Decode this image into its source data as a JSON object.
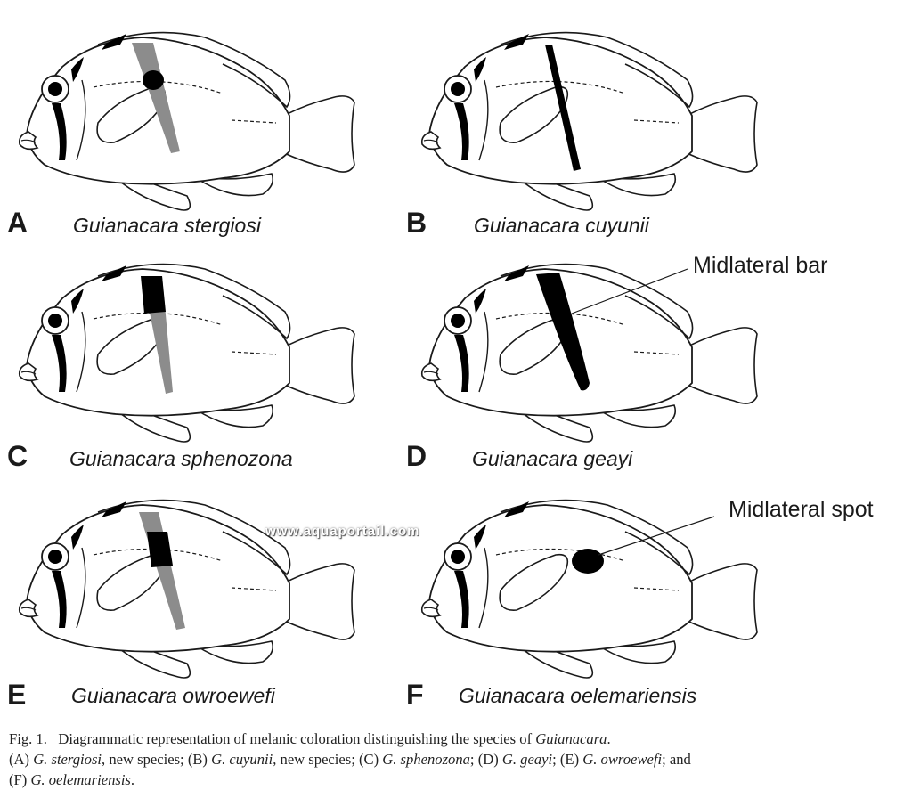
{
  "panels": [
    {
      "letter": "A",
      "species": "Guianacara stergiosi"
    },
    {
      "letter": "B",
      "species": "Guianacara cuyunii"
    },
    {
      "letter": "C",
      "species": "Guianacara sphenozona"
    },
    {
      "letter": "D",
      "species": "Guianacara geayi"
    },
    {
      "letter": "E",
      "species": "Guianacara owroewefi"
    },
    {
      "letter": "F",
      "species": "Guianacara oelemariensis"
    }
  ],
  "callouts": {
    "bar": "Midlateral bar",
    "spot": "Midlateral spot"
  },
  "watermark": "www.aquaportail.com",
  "caption": {
    "fig": "Fig. 1.",
    "text1": "Diagrammatic representation of melanic coloration distinguishing the species of",
    "genus": "Guianacara",
    "text2": ".",
    "a_label": "(A)",
    "a_species": "G. stergiosi",
    "a_note": ", new species;",
    "b_label": "(B)",
    "b_species": "G. cuyunii",
    "b_note": ", new species;",
    "c_label": "(C)",
    "c_species": "G. sphenozona",
    "c_note": ";",
    "d_label": "(D)",
    "d_species": "G. geayi",
    "d_note": ";",
    "e_label": "(E)",
    "e_species": "G. owroewefi",
    "e_note": "; and",
    "f_label": "(F)",
    "f_species": "G. oelemariensis",
    "f_note": "."
  },
  "colors": {
    "outline": "#1a1a1a",
    "melanic": "#000000",
    "faint_bar": "#8c8c8c"
  }
}
